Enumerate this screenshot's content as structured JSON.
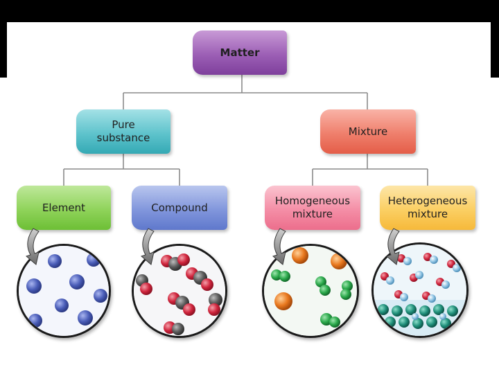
{
  "diagram": {
    "root": {
      "label": "Matter",
      "color": "#9c5fb5"
    },
    "pure_substance": {
      "label": "Pure substance",
      "line1": "Pure",
      "line2": "substance",
      "color": "#5ec3cc"
    },
    "mixture": {
      "label": "Mixture",
      "color": "#ef7f6c"
    },
    "element": {
      "label": "Element",
      "color": "#8fd35a"
    },
    "compound": {
      "label": "Compound",
      "color": "#8196dc"
    },
    "homogeneous": {
      "label": "Homogeneous mixture",
      "line1": "Homogeneous",
      "line2": "mixture",
      "color": "#f48ea6"
    },
    "heterogeneous": {
      "label": "Heterogeneous mixture",
      "line1": "Heterogeneous",
      "line2": "mixture",
      "color": "#fbcf63"
    }
  },
  "illustrations": {
    "element": "blue-atoms-icon",
    "compound": "co2-molecules-icon",
    "homogeneous": "orange-green-particles-icon",
    "heterogeneous": "water-and-teal-particles-icon"
  },
  "colors": {
    "atom_blue": "#4a5db8",
    "oxygen_red": "#d0243c",
    "carbon_gray": "#5a5a5a",
    "orange": "#e8781e",
    "green": "#2aa84a",
    "teal": "#1f8f7a",
    "water_blue": "#8fc4e4"
  }
}
